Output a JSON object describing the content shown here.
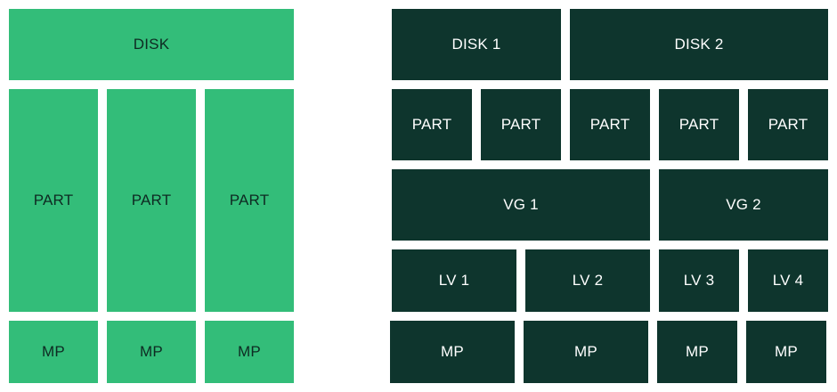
{
  "colors": {
    "standard_fill": "#33bd79",
    "standard_text": "#0e2a22",
    "lvm_fill": "#0e352d",
    "lvm_text": "#ffffff",
    "background": "#ffffff"
  },
  "standard": {
    "disk": "DISK",
    "partitions": [
      "PART",
      "PART",
      "PART"
    ],
    "mounts": [
      "MP",
      "MP",
      "MP"
    ]
  },
  "lvm": {
    "disks": [
      "DISK 1",
      "DISK 2"
    ],
    "partitions": [
      "PART",
      "PART",
      "PART",
      "PART",
      "PART"
    ],
    "volume_groups": [
      "VG 1",
      "VG 2"
    ],
    "logical_volumes": [
      "LV 1",
      "LV 2",
      "LV 3",
      "LV 4"
    ],
    "mounts": [
      "MP",
      "MP",
      "MP",
      "MP"
    ]
  }
}
